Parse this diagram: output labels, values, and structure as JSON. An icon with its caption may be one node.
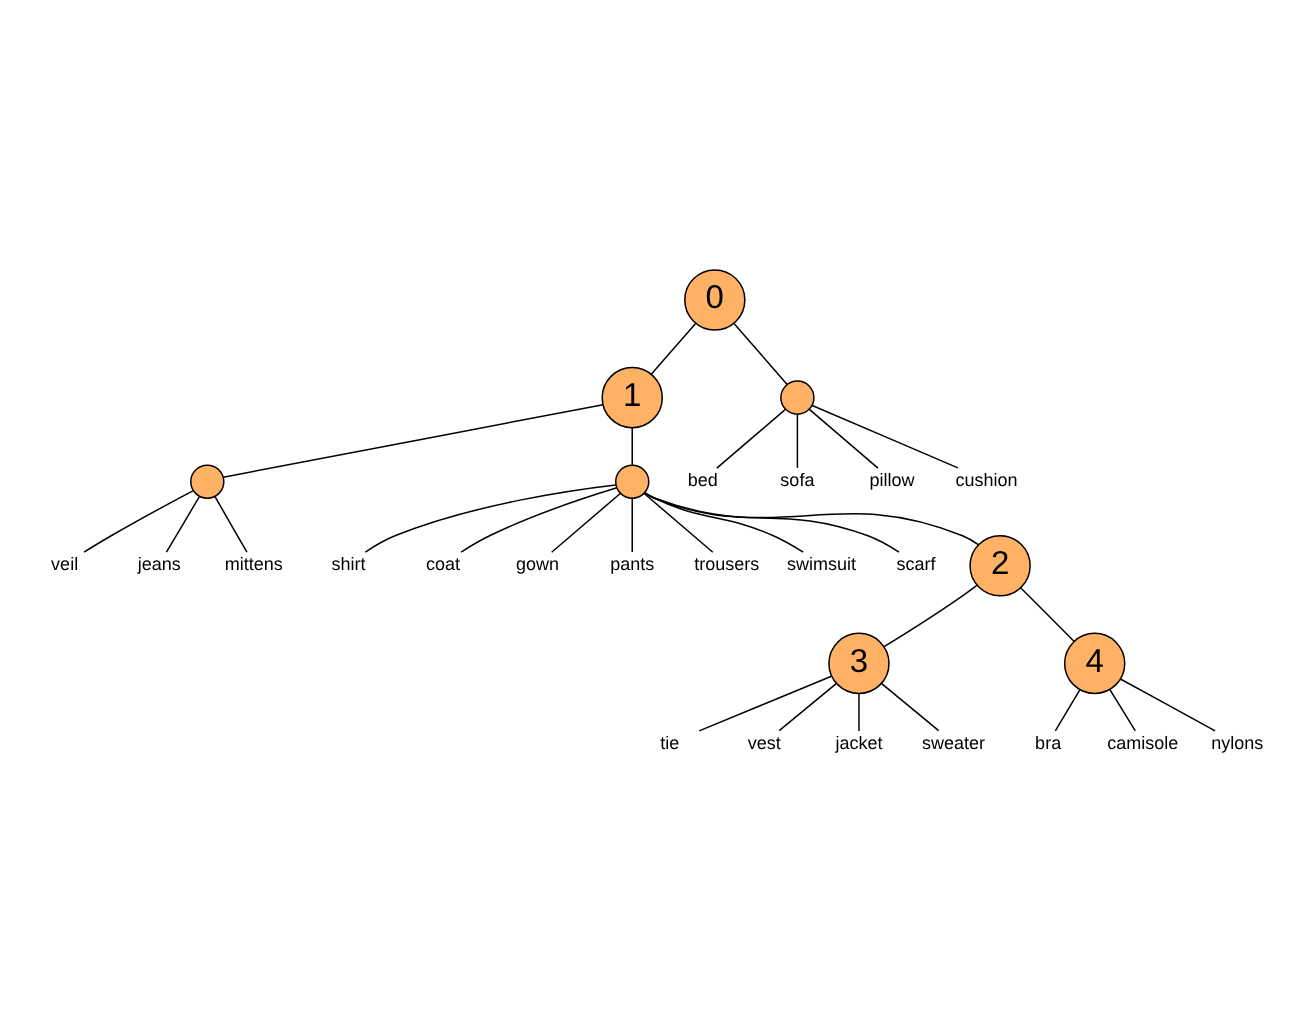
{
  "diagram": {
    "nodes": [
      {
        "text": [
          "0"
        ]
      },
      {
        "text": [
          "1"
        ]
      },
      {
        "text": [],
        "shape": "circle"
      },
      {
        "text": [
          "bed"
        ]
      },
      {
        "text": [
          "sofa"
        ]
      },
      {
        "text": [
          "pillow"
        ]
      },
      {
        "text": [
          "cushion"
        ]
      },
      {
        "text": [],
        "shape": "circle"
      },
      {
        "text": [],
        "shape": "circle"
      },
      {
        "text": [
          "veil"
        ]
      },
      {
        "text": [
          "jeans"
        ]
      },
      {
        "text": [
          "mittens"
        ]
      },
      {
        "text": [
          "shirt"
        ]
      },
      {
        "text": [
          "coat"
        ]
      },
      {
        "text": [
          "gown"
        ]
      },
      {
        "text": [
          "pants"
        ]
      },
      {
        "text": [
          "trousers"
        ]
      },
      {
        "text": [
          "swimsuit"
        ]
      },
      {
        "text": [
          "scarf"
        ]
      },
      {
        "text": [
          "2"
        ]
      },
      {
        "text": [
          "3"
        ]
      },
      {
        "text": [
          "4"
        ]
      },
      {
        "text": [
          "tie"
        ]
      },
      {
        "text": [
          "vest"
        ]
      },
      {
        "text": [
          "jacket"
        ]
      },
      {
        "text": [
          "sweater"
        ]
      },
      {
        "text": [
          "bra"
        ]
      },
      {
        "text": [
          "camisole"
        ]
      },
      {
        "text": [
          "nylons"
        ]
      }
    ],
    "edges": [
      {
        "from": 0,
        "to": 1,
        "arrow": "none"
      },
      {
        "from": 0,
        "to": 2,
        "arrow": "none"
      },
      {
        "from": 2,
        "to": 3,
        "arrow": "none"
      },
      {
        "from": 2,
        "to": 4,
        "arrow": "none"
      },
      {
        "from": 2,
        "to": 5,
        "arrow": "none"
      },
      {
        "from": 2,
        "to": 6,
        "arrow": "none"
      },
      {
        "from": 1,
        "to": 7,
        "arrow": "none"
      },
      {
        "from": 1,
        "to": 8,
        "arrow": "none"
      },
      {
        "from": 7,
        "to": 9,
        "arrow": "none"
      },
      {
        "from": 7,
        "to": 10,
        "arrow": "none"
      },
      {
        "from": 7,
        "to": 11,
        "arrow": "none"
      },
      {
        "from": 8,
        "to": 12,
        "arrow": "none"
      },
      {
        "from": 8,
        "to": 13,
        "arrow": "none"
      },
      {
        "from": 8,
        "to": 14,
        "arrow": "none"
      },
      {
        "from": 8,
        "to": 15,
        "arrow": "none"
      },
      {
        "from": 8,
        "to": 16,
        "arrow": "none"
      },
      {
        "from": 8,
        "to": 17,
        "arrow": "none"
      },
      {
        "from": 8,
        "to": 18,
        "arrow": "none"
      },
      {
        "from": 8,
        "to": 19,
        "arrow": "none"
      },
      {
        "from": 19,
        "to": 20,
        "arrow": "none"
      },
      {
        "from": 19,
        "to": 21,
        "arrow": "none"
      },
      {
        "from": 20,
        "to": 22,
        "arrow": "none"
      },
      {
        "from": 20,
        "to": 23,
        "arrow": "none"
      },
      {
        "from": 20,
        "to": 24,
        "arrow": "none"
      },
      {
        "from": 20,
        "to": 25,
        "arrow": "none"
      },
      {
        "from": 21,
        "to": 26,
        "arrow": "none"
      },
      {
        "from": 21,
        "to": 27,
        "arrow": "none"
      },
      {
        "from": 21,
        "to": 28,
        "arrow": "none"
      }
    ]
  }
}
